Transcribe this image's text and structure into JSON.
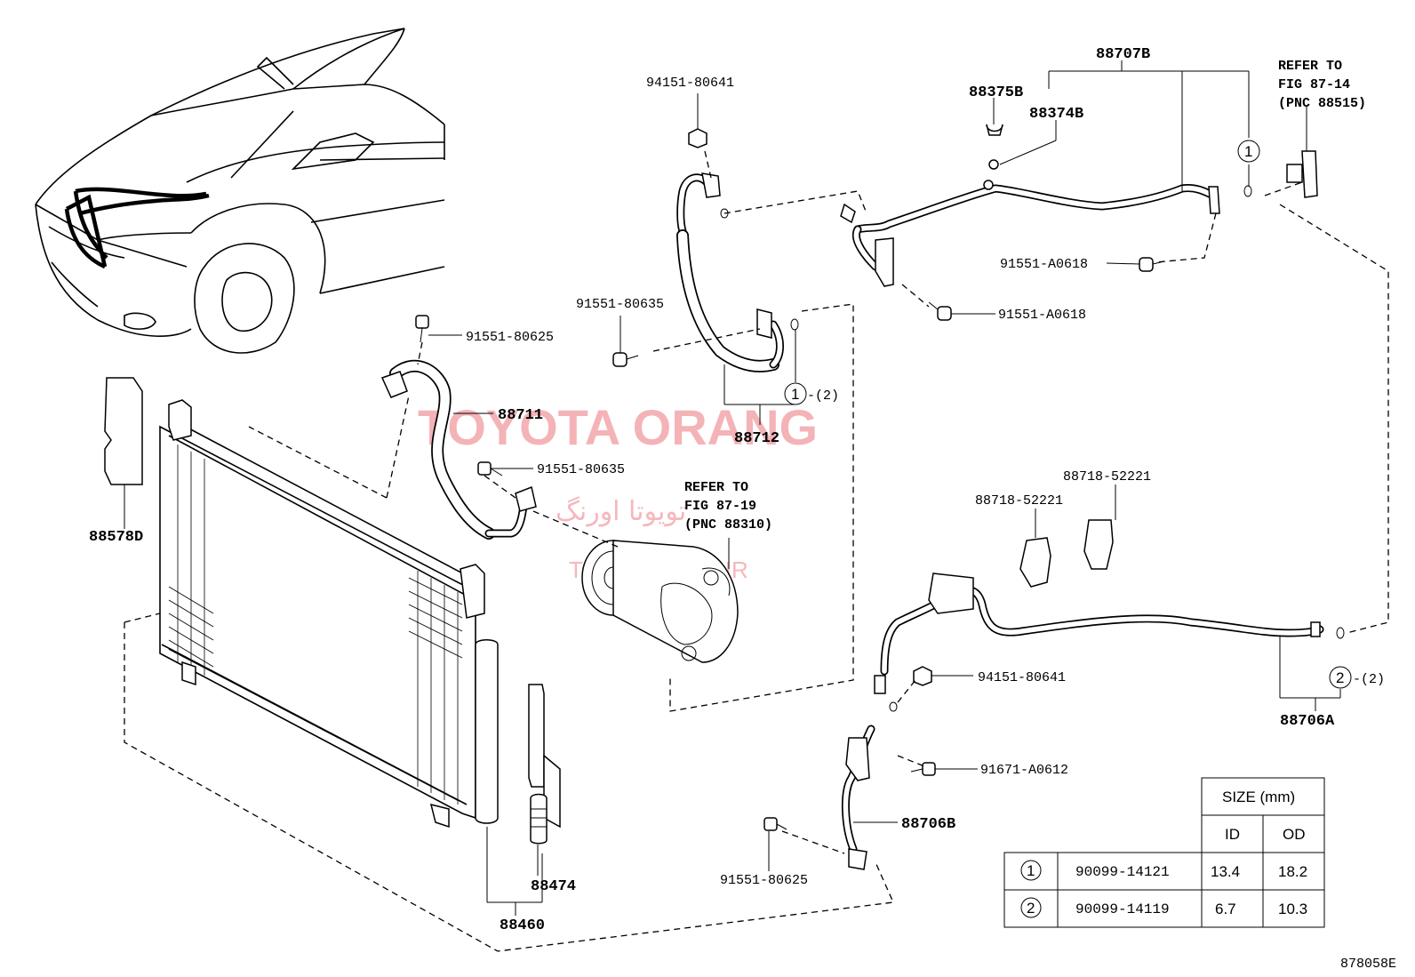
{
  "watermark": {
    "brand": "TOYOTA ORANG",
    "persian": "تویوتا اورنگ",
    "site": "TOYOTAPART.IR"
  },
  "labels": {
    "p88707B": "88707B",
    "p88375B": "88375B",
    "p88374B": "88374B",
    "p94151_80641_top": "94151-80641",
    "p91551_A0618_a": "91551-A0618",
    "p91551_A0618_b": "91551-A0618",
    "p91551_80635_a": "91551-80635",
    "p91551_80625_top": "91551-80625",
    "p88711": "88711",
    "p88712": "88712",
    "p91551_80635_b": "91551-80635",
    "p88578D": "88578D",
    "p88718_52221_a": "88718-52221",
    "p88718_52221_b": "88718-52221",
    "p94151_80641_low": "94151-80641",
    "p88706A": "88706A",
    "p91671_A0612": "91671-A0612",
    "p88706B": "88706B",
    "p91551_80625_low": "91551-80625",
    "p88474": "88474",
    "p88460": "88460",
    "figure_code": "878058E"
  },
  "references": {
    "ref_right": [
      "REFER TO",
      "FIG 87-14",
      "(PNC 88515)"
    ],
    "ref_comp": [
      "REFER TO",
      "FIG 87-19",
      "(PNC 88310)"
    ]
  },
  "callouts": {
    "c1": "1",
    "c2": "2",
    "qty2": "-(2)"
  },
  "size_table": {
    "header": "SIZE (mm)",
    "col_id": "ID",
    "col_od": "OD",
    "rows": [
      {
        "key": "1",
        "part": "90099-14121",
        "id": "13.4",
        "od": "18.2"
      },
      {
        "key": "2",
        "part": "90099-14119",
        "id": "6.7",
        "od": "10.3"
      }
    ]
  }
}
